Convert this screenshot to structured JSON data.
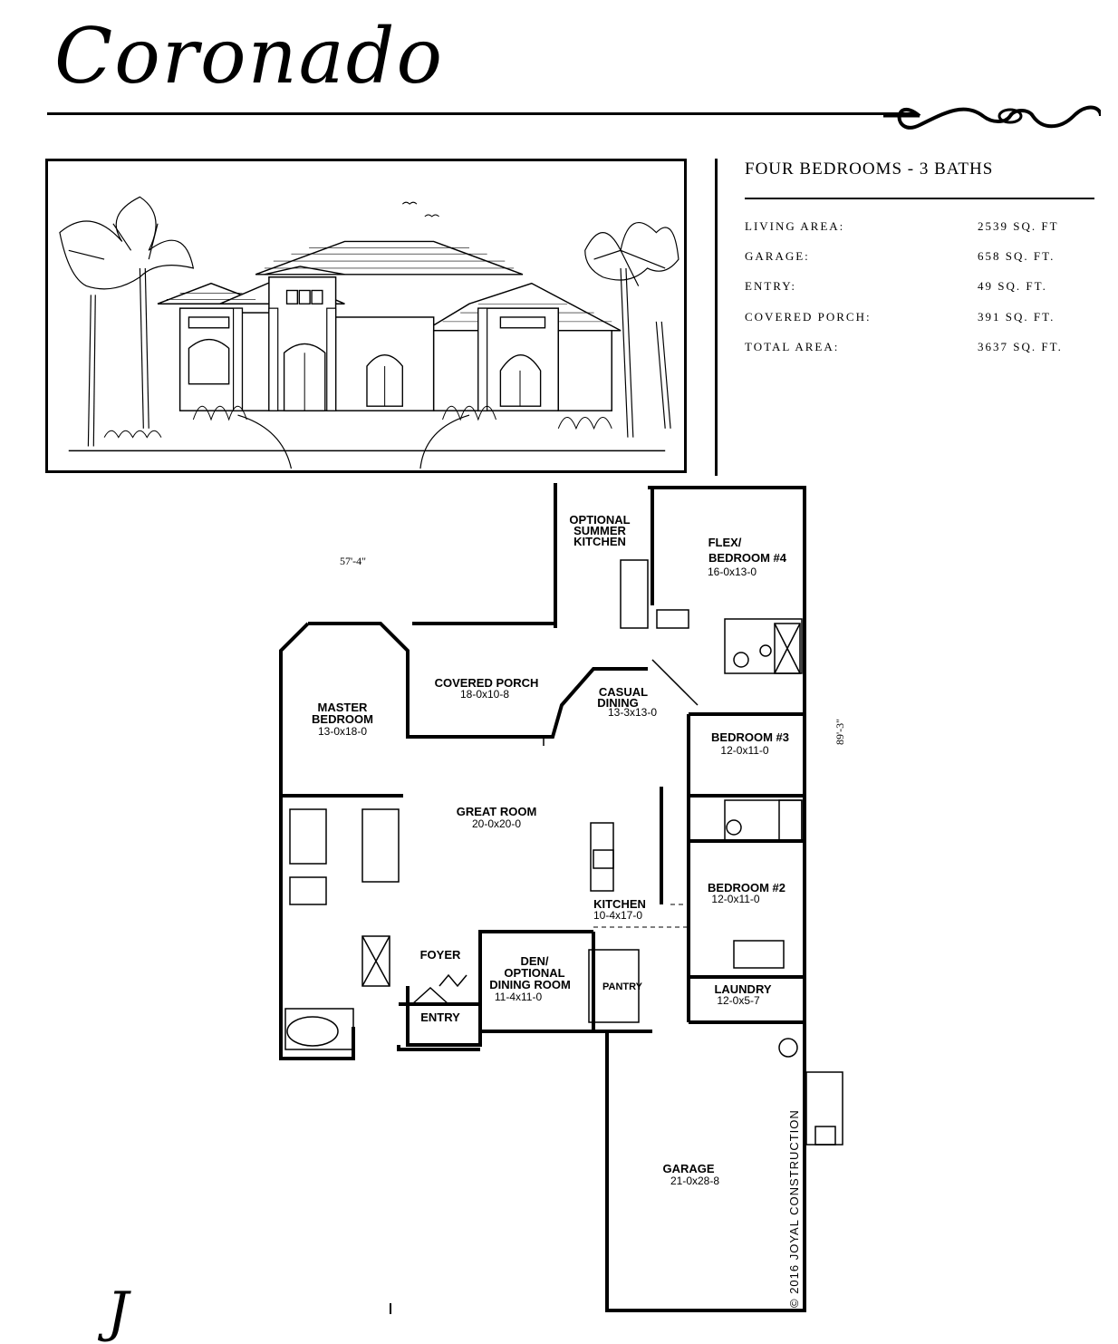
{
  "header": {
    "title": "Coronado"
  },
  "specs": {
    "heading": "FOUR BEDROOMS - 3 BATHS",
    "rows": [
      {
        "label": "LIVING AREA:",
        "value": "2539 SQ. FT"
      },
      {
        "label": "GARAGE:",
        "value": "658 SQ. FT."
      },
      {
        "label": "ENTRY:",
        "value": "49 SQ. FT."
      },
      {
        "label": "COVERED PORCH:",
        "value": "391 SQ. FT."
      },
      {
        "label": "TOTAL AREA:",
        "value": "3637 SQ. FT."
      }
    ]
  },
  "plan": {
    "width_dim": "57'-4\"",
    "depth_dim": "89'-3\"",
    "rooms": {
      "summer_kitchen": {
        "l1": "OPTIONAL",
        "l2": "SUMMER",
        "l3": "KITCHEN"
      },
      "flex": {
        "l1": "FLEX/",
        "l2": "BEDROOM #4",
        "dims": "16-0x13-0"
      },
      "porch": {
        "l1": "COVERED PORCH",
        "dims": "18-0x10-8"
      },
      "casual": {
        "l1": "CASUAL",
        "l2": "DINING",
        "dims": "13-3x13-0"
      },
      "master": {
        "l1": "MASTER",
        "l2": "BEDROOM",
        "dims": "13-0x18-0"
      },
      "bed3": {
        "l1": "BEDROOM #3",
        "dims": "12-0x11-0"
      },
      "great": {
        "l1": "GREAT ROOM",
        "dims": "20-0x20-0"
      },
      "bed2": {
        "l1": "BEDROOM #2",
        "dims": "12-0x11-0"
      },
      "kitchen": {
        "l1": "KITCHEN",
        "dims": "10-4x17-0"
      },
      "foyer": {
        "l1": "FOYER"
      },
      "den": {
        "l1": "DEN/",
        "l2": "OPTIONAL",
        "l3": "DINING ROOM",
        "dims": "11-4x11-0"
      },
      "pantry": {
        "l1": "PANTRY"
      },
      "laundry": {
        "l1": "LAUNDRY",
        "dims": "12-0x5-7"
      },
      "entry": {
        "l1": "ENTRY"
      },
      "garage": {
        "l1": "GARAGE",
        "dims": "21-0x28-8"
      }
    },
    "copyright": "© 2016 JOYAL CONSTRUCTION"
  }
}
